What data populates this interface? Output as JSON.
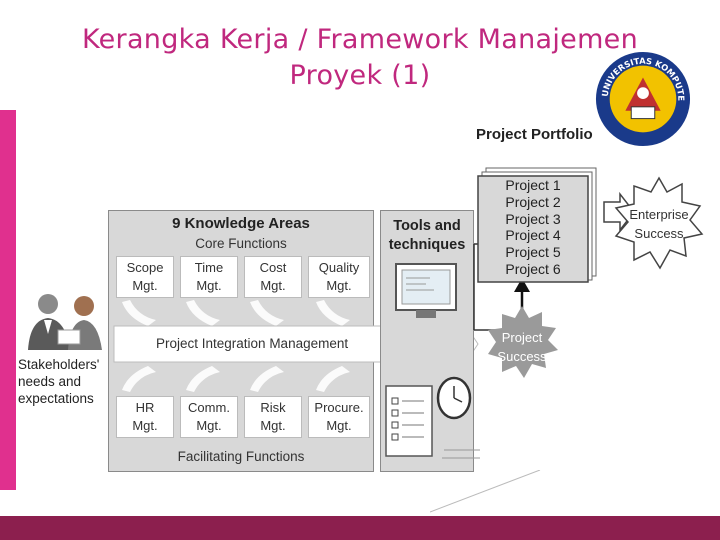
{
  "slide": {
    "title_line1": "Kerangka Kerja / Framework Manajemen",
    "title_line2": "Proyek (1)"
  },
  "logo": {
    "text_top": "UNIVERSITAS KOMPUTER INDONESIA",
    "ring_color": "#1a3a8a",
    "center_color": "#f2c200"
  },
  "diagram": {
    "stakeholders": [
      "Stakeholders'",
      "needs and",
      "expectations"
    ],
    "knowledge_areas": {
      "title": "9 Knowledge Areas",
      "core_label": "Core Functions",
      "core": [
        {
          "line1": "Scope",
          "line2": "Mgt."
        },
        {
          "line1": "Time",
          "line2": "Mgt."
        },
        {
          "line1": "Cost",
          "line2": "Mgt."
        },
        {
          "line1": "Quality",
          "line2": "Mgt."
        }
      ],
      "integration": "Project Integration Management",
      "facilitating": [
        {
          "line1": "HR",
          "line2": "Mgt."
        },
        {
          "line1": "Comm.",
          "line2": "Mgt."
        },
        {
          "line1": "Risk",
          "line2": "Mgt."
        },
        {
          "line1": "Procure.",
          "line2": "Mgt."
        }
      ],
      "facilitating_label": "Facilitating Functions"
    },
    "tools": {
      "line1": "Tools and",
      "line2": "techniques"
    },
    "portfolio": {
      "title": "Project Portfolio",
      "items": [
        "Project 1",
        "Project 2",
        "Project 3",
        "Project 4",
        "Project 5",
        "Project 6"
      ]
    },
    "project_success": {
      "line1": "Project",
      "line2": "Success"
    },
    "enterprise_success": {
      "line1": "Enterprise",
      "line2": "Success"
    },
    "colors": {
      "pink": "#e0308e",
      "title_pink": "#c0287e",
      "bottom_bar": "#8c1f4e",
      "gray_box": "#d8d8d8",
      "burst_gray": "#9a9a9a"
    }
  }
}
